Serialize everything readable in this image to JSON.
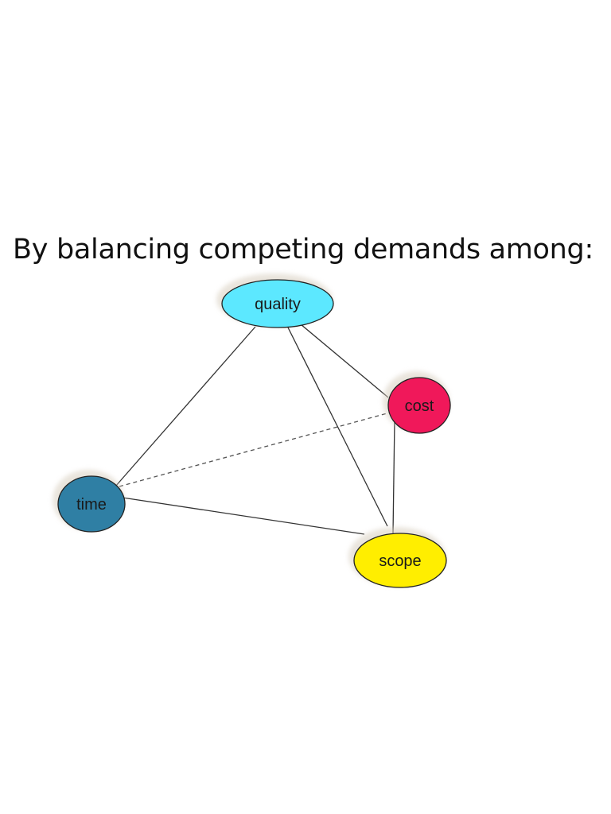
{
  "title": "By balancing competing demands among:",
  "nodes": [
    {
      "id": "quality",
      "label": "quality",
      "color": "#5ce8ff"
    },
    {
      "id": "cost",
      "label": "cost",
      "color": "#f0185a"
    },
    {
      "id": "time",
      "label": "time",
      "color": "#2f7fa4"
    },
    {
      "id": "scope",
      "label": "scope",
      "color": "#ffee00"
    }
  ],
  "edges": [
    {
      "from": "quality",
      "to": "time",
      "style": "solid"
    },
    {
      "from": "quality",
      "to": "cost",
      "style": "solid"
    },
    {
      "from": "quality",
      "to": "scope",
      "style": "solid"
    },
    {
      "from": "cost",
      "to": "scope",
      "style": "solid"
    },
    {
      "from": "time",
      "to": "scope",
      "style": "solid"
    },
    {
      "from": "time",
      "to": "cost",
      "style": "dashed"
    }
  ]
}
